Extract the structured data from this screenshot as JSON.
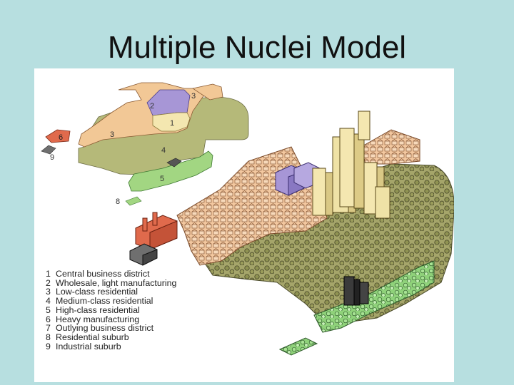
{
  "title": "Multiple Nuclei Model",
  "map_labels": {
    "z1": "1",
    "z2": "2",
    "z3a": "3",
    "z3b": "3",
    "z4": "4",
    "z5": "5",
    "z6": "6",
    "z8": "8",
    "z9": "9"
  },
  "legend": [
    {
      "num": "1",
      "label": "Central business district"
    },
    {
      "num": "2",
      "label": "Wholesale, light manufacturing"
    },
    {
      "num": "3",
      "label": "Low-class residential"
    },
    {
      "num": "4",
      "label": "Medium-class residential"
    },
    {
      "num": "5",
      "label": "High-class residential"
    },
    {
      "num": "6",
      "label": "Heavy manufacturing"
    },
    {
      "num": "7",
      "label": "Outlying business district"
    },
    {
      "num": "8",
      "label": "Residential suburb"
    },
    {
      "num": "9",
      "label": "Industrial suburb"
    }
  ],
  "colors": {
    "background": "#b7dfe0",
    "cbd": "#f4e7b0",
    "wholesale": "#a796d6",
    "low_class": "#f2c896",
    "medium_class": "#b5b979",
    "high_class": "#a2d682",
    "heavy_mfg": "#e06a4c",
    "industrial_suburb": "#6f6f6f"
  }
}
